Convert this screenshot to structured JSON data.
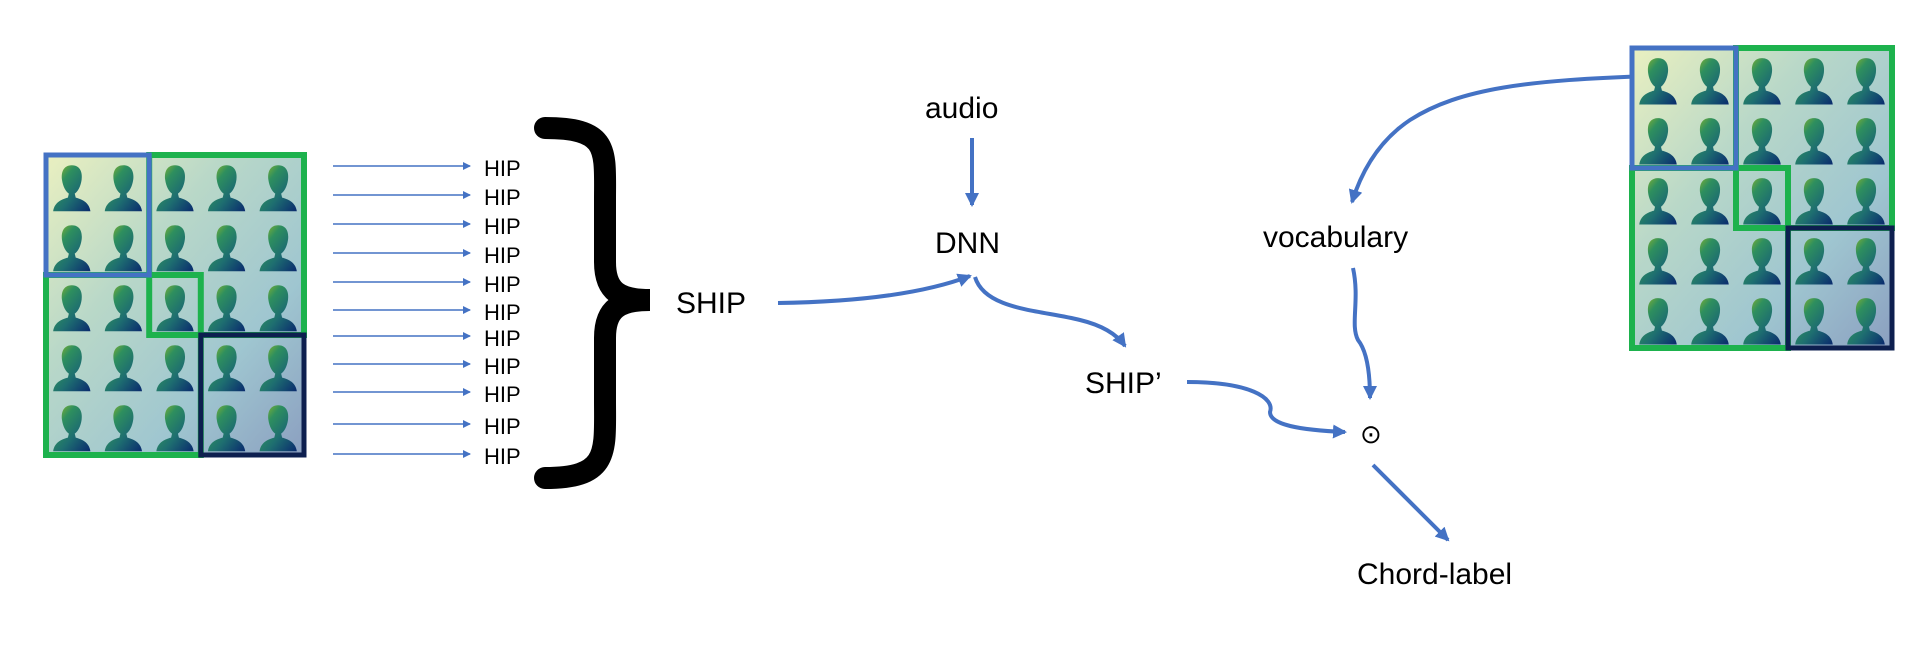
{
  "hip_labels": [
    "HIP",
    "HIP",
    "HIP",
    "HIP",
    "HIP",
    "HIP",
    "HIP",
    "HIP",
    "HIP",
    "HIP",
    "HIP"
  ],
  "ship_label": "SHIP",
  "audio_label": "audio",
  "dnn_label": "DNN",
  "ship_prime_label": "SHIP’",
  "vocabulary_label": "vocabulary",
  "odot_symbol": "⊙",
  "chord_label": "Chord-label",
  "colors": {
    "arrow": "#4472C4",
    "group_green": "#1DB24D",
    "group_blue": "#4472C4",
    "group_navy": "#0D1F4F"
  }
}
